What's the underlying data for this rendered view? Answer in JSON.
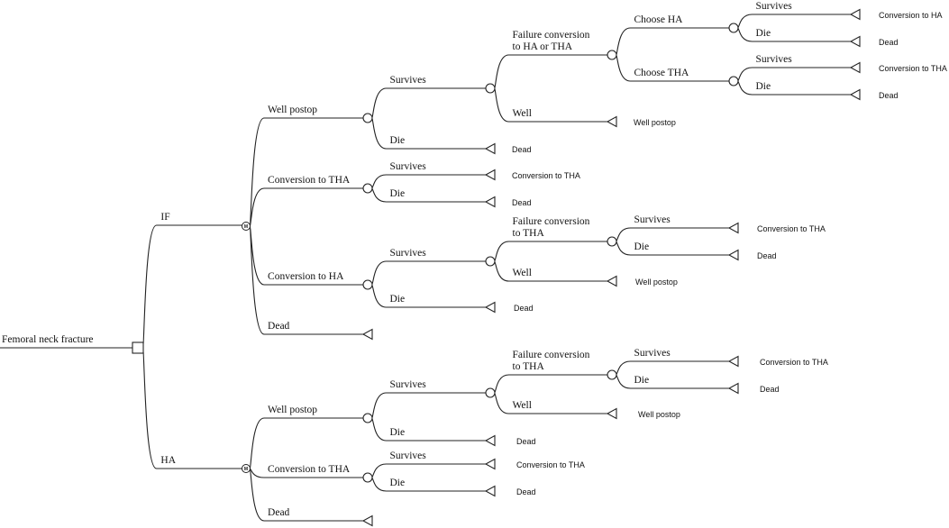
{
  "diagram": {
    "root_label": "Femoral neck fracture",
    "markov_symbol": "M",
    "nodes": [
      {
        "id": "root",
        "type": "decision"
      },
      {
        "id": "if",
        "type": "markov"
      },
      {
        "id": "ha",
        "type": "markov"
      },
      {
        "id": "if_well",
        "type": "chance"
      },
      {
        "id": "if_well_s",
        "type": "chance"
      },
      {
        "id": "if_well_s_f",
        "type": "chance"
      },
      {
        "id": "choose_ha",
        "type": "chance"
      },
      {
        "id": "choose_tha",
        "type": "chance"
      },
      {
        "id": "if_cthr",
        "type": "chance"
      },
      {
        "id": "if_char",
        "type": "chance"
      },
      {
        "id": "if_char_s",
        "type": "chance"
      },
      {
        "id": "if_char_s_f",
        "type": "chance"
      },
      {
        "id": "ha_well",
        "type": "chance"
      },
      {
        "id": "ha_well_s",
        "type": "chance"
      },
      {
        "id": "ha_well_s_f",
        "type": "chance"
      },
      {
        "id": "ha_cthr",
        "type": "chance"
      }
    ],
    "edges": [
      {
        "from": "root",
        "label": "IF",
        "to": "if"
      },
      {
        "from": "root",
        "label": "HA",
        "to": "ha"
      },
      {
        "from": "if",
        "label": "Well postop",
        "to": "if_well"
      },
      {
        "from": "if",
        "label": "Conversion to THA",
        "to": "if_cthr"
      },
      {
        "from": "if",
        "label": "Conversion to HA",
        "to": "if_char"
      },
      {
        "from": "if",
        "label": "Dead",
        "terminal": ""
      },
      {
        "from": "if_well",
        "label": "Survives",
        "to": "if_well_s"
      },
      {
        "from": "if_well",
        "label": "Die",
        "terminal": "Dead"
      },
      {
        "from": "if_well_s",
        "label": "Failure conversion to HA or THA",
        "to": "if_well_s_f"
      },
      {
        "from": "if_well_s",
        "label": "Well",
        "terminal": "Well postop"
      },
      {
        "from": "if_well_s_f",
        "label": "Choose HA",
        "to": "choose_ha"
      },
      {
        "from": "if_well_s_f",
        "label": "Choose THA",
        "to": "choose_tha"
      },
      {
        "from": "choose_ha",
        "label": "Survives",
        "terminal": "Conversion to HA"
      },
      {
        "from": "choose_ha",
        "label": "Die",
        "terminal": "Dead"
      },
      {
        "from": "choose_tha",
        "label": "Survives",
        "terminal": "Conversion to THA"
      },
      {
        "from": "choose_tha",
        "label": "Die",
        "terminal": "Dead"
      },
      {
        "from": "if_cthr",
        "label": "Survives",
        "terminal": "Conversion to THA"
      },
      {
        "from": "if_cthr",
        "label": "Die",
        "terminal": "Dead"
      },
      {
        "from": "if_char",
        "label": "Survives",
        "to": "if_char_s"
      },
      {
        "from": "if_char",
        "label": "Die",
        "terminal": "Dead"
      },
      {
        "from": "if_char_s",
        "label": "Failure conversion to THA",
        "to": "if_char_s_f"
      },
      {
        "from": "if_char_s",
        "label": "Well",
        "terminal": "Well postop"
      },
      {
        "from": "if_char_s_f",
        "label": "Survives",
        "terminal": "Conversion to THA"
      },
      {
        "from": "if_char_s_f",
        "label": "Die",
        "terminal": "Dead"
      },
      {
        "from": "ha",
        "label": "Well postop",
        "to": "ha_well"
      },
      {
        "from": "ha",
        "label": "Conversion to THA",
        "to": "ha_cthr"
      },
      {
        "from": "ha",
        "label": "Dead",
        "terminal": ""
      },
      {
        "from": "ha_well",
        "label": "Survives",
        "to": "ha_well_s"
      },
      {
        "from": "ha_well",
        "label": "Die",
        "terminal": "Dead"
      },
      {
        "from": "ha_well_s",
        "label": "Failure conversion to THA",
        "to": "ha_well_s_f"
      },
      {
        "from": "ha_well_s",
        "label": "Well",
        "terminal": "Well postop"
      },
      {
        "from": "ha_well_s_f",
        "label": "Survives",
        "terminal": "Conversion to THA"
      },
      {
        "from": "ha_well_s_f",
        "label": "Die",
        "terminal": "Dead"
      },
      {
        "from": "ha_cthr",
        "label": "Survives",
        "terminal": "Conversion to THA"
      },
      {
        "from": "ha_cthr",
        "label": "Die",
        "terminal": "Dead"
      }
    ]
  }
}
